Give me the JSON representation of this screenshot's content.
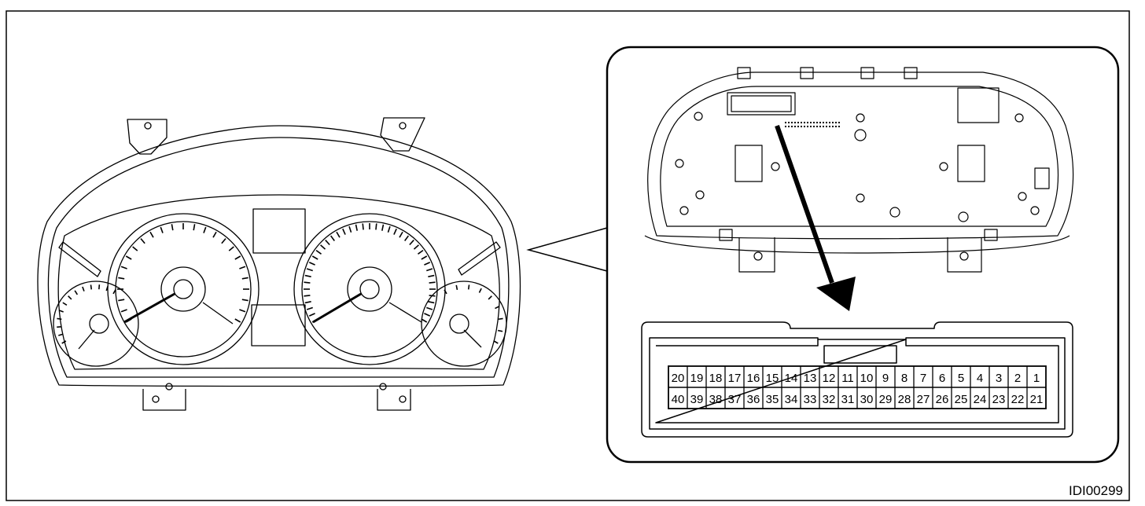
{
  "figure_id": "IDI00299",
  "connector": {
    "row_top": [
      "20",
      "19",
      "18",
      "17",
      "16",
      "15",
      "14",
      "13",
      "12",
      "11",
      "10",
      "9",
      "8",
      "7",
      "6",
      "5",
      "4",
      "3",
      "2",
      "1"
    ],
    "row_bottom": [
      "40",
      "39",
      "38",
      "37",
      "36",
      "35",
      "34",
      "33",
      "32",
      "31",
      "30",
      "29",
      "28",
      "27",
      "26",
      "25",
      "24",
      "23",
      "22",
      "21"
    ]
  },
  "colors": {
    "line": "#000000",
    "background": "#ffffff"
  }
}
